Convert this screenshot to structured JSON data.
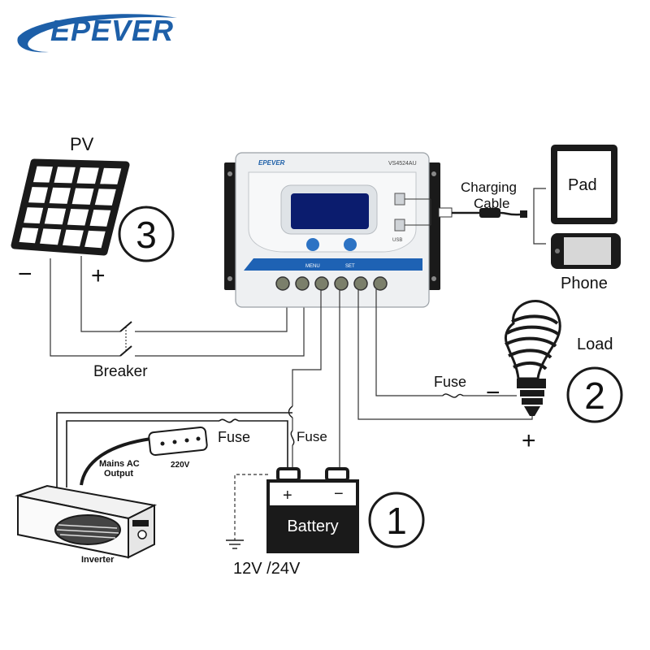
{
  "brand": {
    "name": "EPEVER",
    "color": "#1d5fa8"
  },
  "controller": {
    "model": "VS4524AU",
    "brand": "EPEVER",
    "button_labels": [
      "MENU",
      "SET"
    ],
    "usb_label": "USB",
    "panel_color": "#e8ebee",
    "display_color": "#0b1c6e",
    "accent_color": "#1e62b4",
    "button_color": "#2d73c4"
  },
  "pv": {
    "title": "PV",
    "minus": "−",
    "plus": "+",
    "number": "3"
  },
  "breaker": {
    "label": "Breaker"
  },
  "charging": {
    "cable_label_line1": "Charging",
    "cable_label_line2": "Cable"
  },
  "devices": {
    "pad": "Pad",
    "phone": "Phone"
  },
  "load": {
    "label": "Load",
    "fuse": "Fuse",
    "minus": "−",
    "plus": "+",
    "number": "2"
  },
  "battery": {
    "label": "Battery",
    "plus": "+",
    "minus": "−",
    "number": "1",
    "voltage": "12V /24V"
  },
  "inverter": {
    "label": "Inverter",
    "output_line1": "Mains AC",
    "output_line2": "Output",
    "socket_voltage": "220V",
    "fuse_top": "Fuse",
    "fuse_side": "Fuse"
  },
  "icons": [
    "epever-logo-icon",
    "solar-panel-icon",
    "charge-controller-icon",
    "usb-cable-icon",
    "tablet-icon",
    "phone-icon",
    "light-bulb-icon",
    "battery-icon",
    "inverter-icon",
    "power-strip-icon",
    "ground-icon",
    "fuse-icon",
    "breaker-switch-icon"
  ]
}
